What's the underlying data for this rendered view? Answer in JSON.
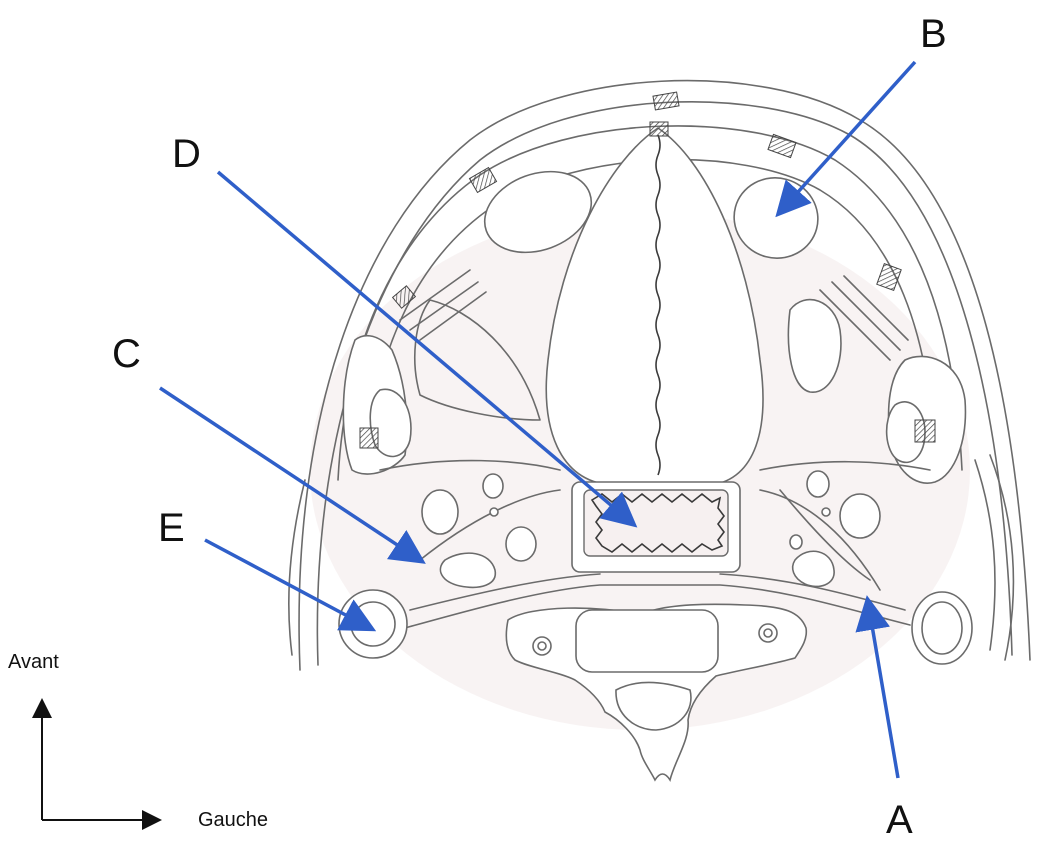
{
  "labels": {
    "a": "A",
    "b": "B",
    "c": "C",
    "d": "D",
    "e": "E"
  },
  "orientation": {
    "up": "Avant",
    "right": "Gauche"
  },
  "colors": {
    "arrow": "#2f5fc9",
    "line": "#6b6b6b",
    "shade": "#f3eaea"
  }
}
